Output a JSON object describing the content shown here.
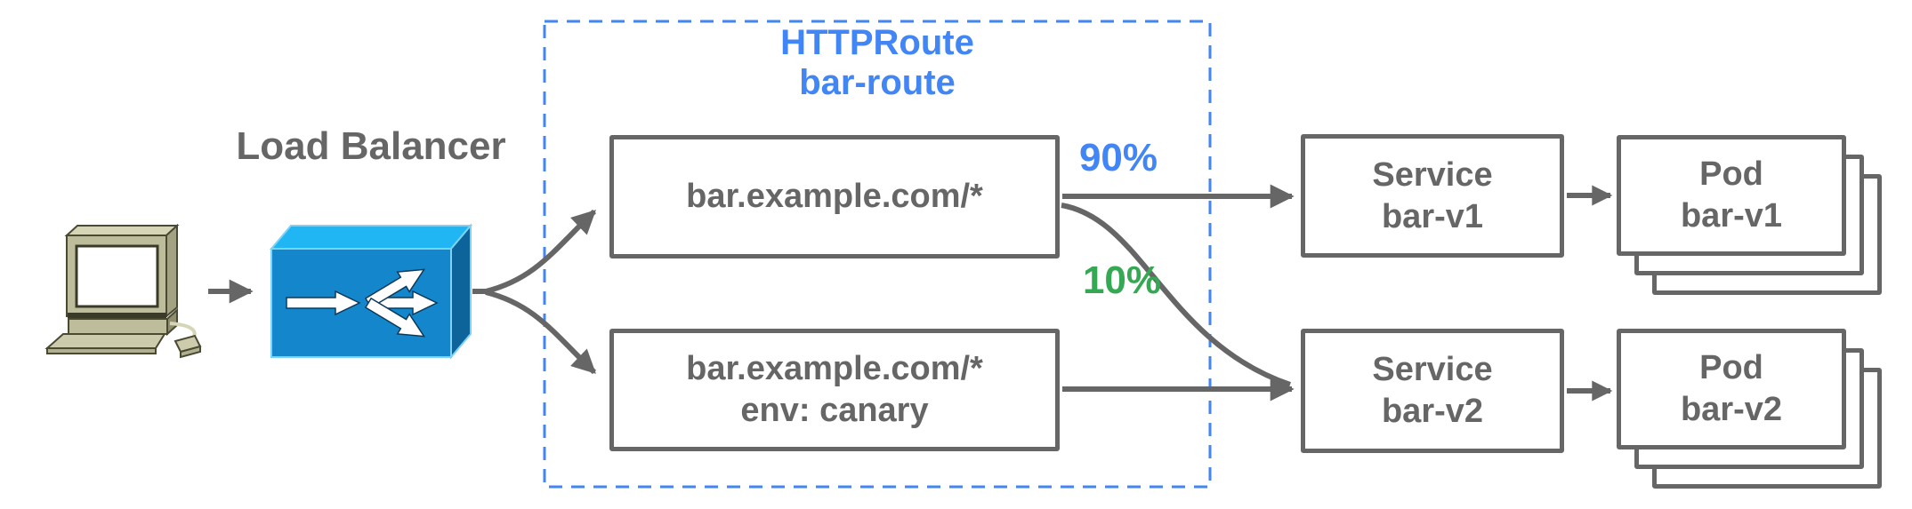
{
  "colors": {
    "accent_blue": "#4285F4",
    "accent_green": "#34A853",
    "text_gray": "#666666",
    "lb_top_face": "#1FB6F3",
    "lb_front_face": "#1486CC",
    "lb_side_face": "#0C649B"
  },
  "load_balancer": {
    "label": "Load Balancer"
  },
  "http_route": {
    "name_line1": "HTTPRoute",
    "name_line2": "bar-route",
    "rules": [
      {
        "match": "bar.example.com/*",
        "weight": "90%"
      },
      {
        "match": "bar.example.com/*",
        "header": "env: canary",
        "weight": "10%"
      }
    ]
  },
  "services": [
    {
      "kind": "Service",
      "name": "bar-v1"
    },
    {
      "kind": "Service",
      "name": "bar-v2"
    }
  ],
  "pods": [
    {
      "kind": "Pod",
      "name": "bar-v1"
    },
    {
      "kind": "Pod",
      "name": "bar-v2"
    }
  ]
}
